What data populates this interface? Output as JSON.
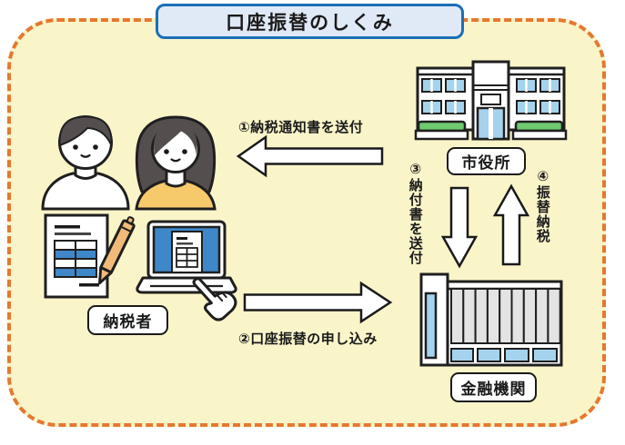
{
  "title": "口座振替のしくみ",
  "diagram": {
    "actors": {
      "taxpayer": {
        "label": "納税者",
        "icons": [
          "man-icon",
          "woman-icon",
          "document-pen-icon",
          "laptop-hand-icon"
        ]
      },
      "city_hall": {
        "label": "市役所",
        "icon": "city-hall-building-icon"
      },
      "financial_institution": {
        "label": "金融機関",
        "icon": "bank-building-icon"
      }
    },
    "flows": {
      "step1": {
        "label": "①納税通知書を送付",
        "from": "city_hall",
        "to": "taxpayer",
        "direction": "left"
      },
      "step2": {
        "label": "②口座振替の申し込み",
        "from": "taxpayer",
        "to": "financial_institution",
        "direction": "right"
      },
      "step3": {
        "label": "③納付書を送付",
        "from": "city_hall",
        "to": "financial_institution",
        "direction": "down"
      },
      "step4": {
        "label": "④振替納税",
        "from": "financial_institution",
        "to": "city_hall",
        "direction": "up"
      }
    }
  },
  "colors": {
    "panel_background": "#FAF4C9",
    "panel_border_orange": "#E5782F",
    "title_border_blue": "#1B6FB7",
    "title_background": "#DFEAF6",
    "screen_blue": "#3E87C8",
    "window_blue": "#A5D2EC",
    "bush_green": "#6FC96F",
    "blouse_yellow": "#F6C96B",
    "pen_orange": "#F2BA79",
    "hair_gray": "#554E4E",
    "outline": "#1F1F1F"
  }
}
